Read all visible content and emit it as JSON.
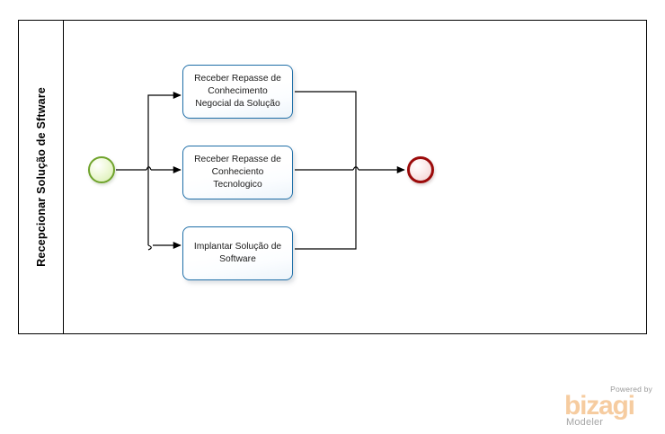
{
  "diagram": {
    "type": "bpmn-process-diagram",
    "pool": {
      "lane_label": "Recepcionar Solução de Sftware"
    },
    "events": [
      {
        "id": "start",
        "kind": "start-event",
        "label": ""
      },
      {
        "id": "end",
        "kind": "end-event",
        "label": ""
      }
    ],
    "tasks": [
      {
        "id": "task-1",
        "label": "Receber Repasse de\nConhecimento\nNegocial da Solução"
      },
      {
        "id": "task-2",
        "label": "Receber Repasse  de\nConheciento\nTecnologico"
      },
      {
        "id": "task-3",
        "label": "Implantar Solução de\nSoftware"
      }
    ],
    "colors": {
      "pool_border": "#000000",
      "task_border": "#1F6FA8",
      "start_event_border": "#6FA32B",
      "end_event_border": "#9B0A0A",
      "flow_line": "#000000",
      "logo_word": "#F6CCA0",
      "logo_text": "#9a9a9a"
    }
  },
  "logo": {
    "powered_by": "Powered by",
    "brand": "bizagi",
    "product": "Modeler"
  }
}
